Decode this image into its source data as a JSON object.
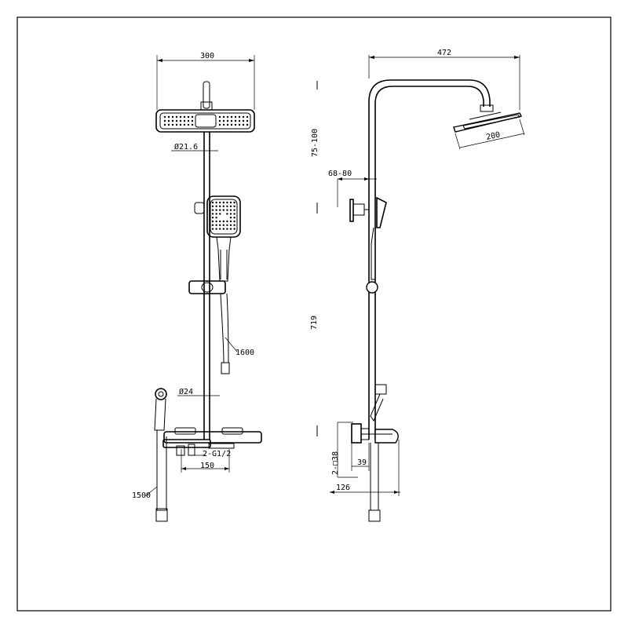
{
  "drawing": {
    "front_view": {
      "width_dim": "300",
      "top_pipe_dim": "Ø21.6",
      "hose_dim": "1600",
      "lower_pipe_dim": "Ø24",
      "inlet_dim": "2-G1/2",
      "centers_dim": "150",
      "side_hose_dim": "1500"
    },
    "side_view": {
      "reach_dim": "472",
      "head_dim": "200",
      "upper_height_dim": "75-100",
      "wall_offset_dim": "68-80",
      "rail_height_dim": "719",
      "valve_height_dim": "2-□38",
      "valve_depth_dim": "39",
      "valve_offset_dim": "126"
    }
  }
}
